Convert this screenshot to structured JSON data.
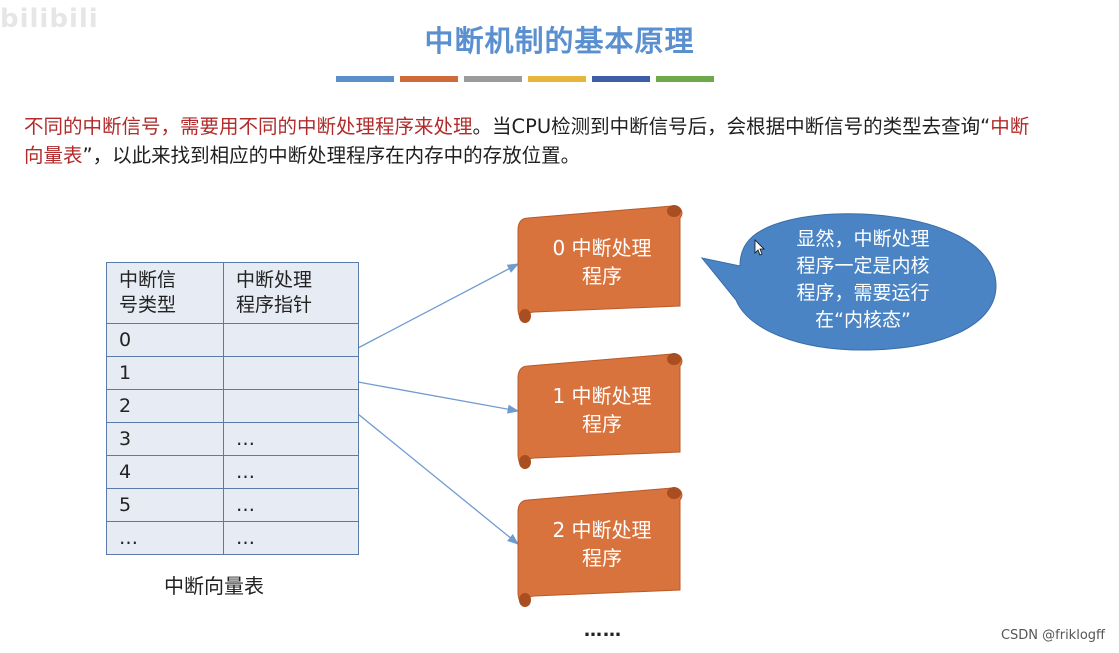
{
  "watermark": "bilibili",
  "title": "中断机制的基本原理",
  "bar_colors": [
    "#5b8fc9",
    "#cf6a3b",
    "#9b9b9b",
    "#e8b53c",
    "#3d5ea6",
    "#6ea84a"
  ],
  "intro": {
    "red": "不同的中断信号，需要用不同的中断处理程序来处理",
    "part1": "。当CPU检测到中断信号后，会根据中断信号的类型去查询“",
    "red2": "中断向量表",
    "part2": "”，以此来找到相应的中断处理程序在内存中的存放位置。"
  },
  "table": {
    "head": {
      "col1_line1": "中断信",
      "col1_line2": "号类型",
      "col2_line1": "中断处理",
      "col2_line2": "程序指针"
    },
    "rows": [
      {
        "type": "0",
        "ptr": ""
      },
      {
        "type": "1",
        "ptr": ""
      },
      {
        "type": "2",
        "ptr": ""
      },
      {
        "type": "3",
        "ptr": "…"
      },
      {
        "type": "4",
        "ptr": "…"
      },
      {
        "type": "5",
        "ptr": "…"
      },
      {
        "type": "…",
        "ptr": "…"
      }
    ],
    "caption": "中断向量表"
  },
  "handlers": [
    {
      "line1": "0 中断处理",
      "line2": "程序"
    },
    {
      "line1": "1 中断处理",
      "line2": "程序"
    },
    {
      "line1": "2 中断处理",
      "line2": "程序"
    }
  ],
  "bubble": {
    "line1": "显然，中断处理",
    "line2": "程序一定是内核",
    "line3": "程序，需要运行",
    "line4": "在“内核态”"
  },
  "more": "……",
  "credit": "CSDN @friklogff",
  "colors": {
    "scroll": "#d9733d",
    "scroll_dark": "#a94e20",
    "bubble": "#4a84c4",
    "arrow": "#6f9bd1"
  }
}
